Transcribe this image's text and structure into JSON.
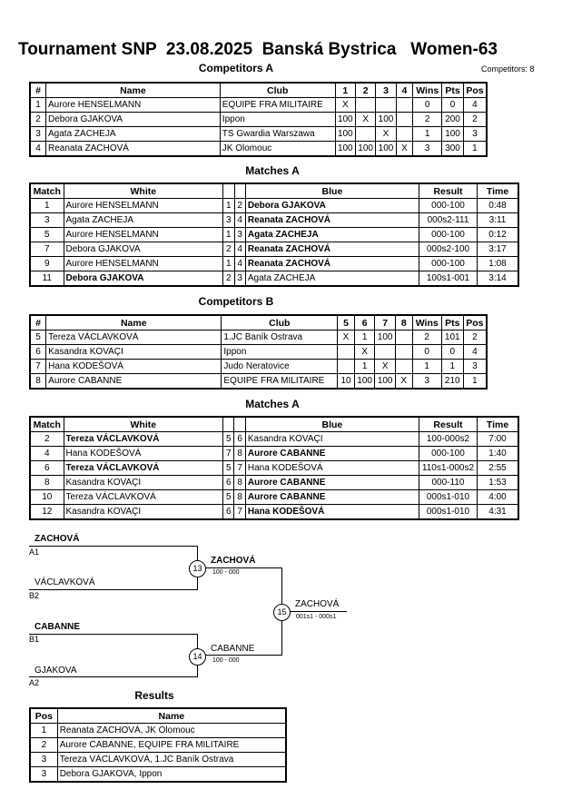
{
  "title": "Tournament SNP  23.08.2025  Banská Bystrica   Women-63",
  "competitors_a": {
    "heading": "Competitors A",
    "count_label": "Competitors: 8",
    "headers": [
      "#",
      "Name",
      "Club",
      "1",
      "2",
      "3",
      "4",
      "Wins",
      "Pts",
      "Pos"
    ],
    "rows": [
      [
        "1",
        "Aurore HENSELMANN",
        "EQUIPE FRA MILITAIRE",
        "X",
        "",
        "",
        "",
        "0",
        "0",
        "4"
      ],
      [
        "2",
        "Debora GJAKOVA",
        "Ippon",
        "100",
        "X",
        "100",
        "",
        "2",
        "200",
        "2"
      ],
      [
        "3",
        "Agata ZACHEJA",
        "TS Gwardia Warszawa",
        "100",
        "",
        "X",
        "",
        "1",
        "100",
        "3"
      ],
      [
        "4",
        "Reanata ZACHOVÁ",
        "JK Olomouc",
        "100",
        "100",
        "100",
        "X",
        "3",
        "300",
        "1"
      ]
    ]
  },
  "matches_a": {
    "heading": "Matches A",
    "headers": [
      "Match",
      "White",
      "",
      "",
      "Blue",
      "Result",
      "Time"
    ],
    "rows": [
      {
        "match": "1",
        "white": "Aurore HENSELMANN",
        "wb": false,
        "wn": "1",
        "bn": "2",
        "blue": "Debora GJAKOVA",
        "bb": true,
        "result": "000-100",
        "time": "0:48"
      },
      {
        "match": "3",
        "white": "Agata ZACHEJA",
        "wb": false,
        "wn": "3",
        "bn": "4",
        "blue": "Reanata ZACHOVÁ",
        "bb": true,
        "result": "000s2-111",
        "time": "3:11"
      },
      {
        "match": "5",
        "white": "Aurore HENSELMANN",
        "wb": false,
        "wn": "1",
        "bn": "3",
        "blue": "Agata ZACHEJA",
        "bb": true,
        "result": "000-100",
        "time": "0:12"
      },
      {
        "match": "7",
        "white": "Debora GJAKOVA",
        "wb": false,
        "wn": "2",
        "bn": "4",
        "blue": "Reanata ZACHOVÁ",
        "bb": true,
        "result": "000s2-100",
        "time": "3:17"
      },
      {
        "match": "9",
        "white": "Aurore HENSELMANN",
        "wb": false,
        "wn": "1",
        "bn": "4",
        "blue": "Reanata ZACHOVÁ",
        "bb": true,
        "result": "000-100",
        "time": "1:08"
      },
      {
        "match": "11",
        "white": "Debora GJAKOVA",
        "wb": true,
        "wn": "2",
        "bn": "3",
        "blue": "Agata ZACHEJA",
        "bb": false,
        "result": "100s1-001",
        "time": "3:14"
      }
    ]
  },
  "competitors_b": {
    "heading": "Competitors B",
    "headers": [
      "#",
      "Name",
      "Club",
      "5",
      "6",
      "7",
      "8",
      "Wins",
      "Pts",
      "Pos"
    ],
    "rows": [
      [
        "5",
        "Tereza VÁCLAVKOVÁ",
        "1.JC Baník Ostrava",
        "X",
        "1",
        "100",
        "",
        "2",
        "101",
        "2"
      ],
      [
        "6",
        "Kasandra KOVAÇI",
        "Ippon",
        "",
        "X",
        "",
        "",
        "0",
        "0",
        "4"
      ],
      [
        "7",
        "Hana KODEŠOVÁ",
        "Judo Neratovice",
        "",
        "1",
        "X",
        "",
        "1",
        "1",
        "3"
      ],
      [
        "8",
        "Aurore CABANNE",
        "EQUIPE FRA MILITAIRE",
        "10",
        "100",
        "100",
        "X",
        "3",
        "210",
        "1"
      ]
    ]
  },
  "matches_b": {
    "heading": "Matches A",
    "headers": [
      "Match",
      "White",
      "",
      "",
      "Blue",
      "Result",
      "Time"
    ],
    "rows": [
      {
        "match": "2",
        "white": "Tereza VÁCLAVKOVÁ",
        "wb": true,
        "wn": "5",
        "bn": "6",
        "blue": "Kasandra KOVAÇI",
        "bb": false,
        "result": "100-000s2",
        "time": "7:00"
      },
      {
        "match": "4",
        "white": "Hana KODEŠOVÁ",
        "wb": false,
        "wn": "7",
        "bn": "8",
        "blue": "Aurore CABANNE",
        "bb": true,
        "result": "000-100",
        "time": "1:40"
      },
      {
        "match": "6",
        "white": "Tereza VÁCLAVKOVÁ",
        "wb": true,
        "wn": "5",
        "bn": "7",
        "blue": "Hana KODEŠOVÁ",
        "bb": false,
        "result": "110s1-000s2",
        "time": "2:55"
      },
      {
        "match": "8",
        "white": "Kasandra KOVAÇI",
        "wb": false,
        "wn": "6",
        "bn": "8",
        "blue": "Aurore CABANNE",
        "bb": true,
        "result": "000-110",
        "time": "1:53"
      },
      {
        "match": "10",
        "white": "Tereza VÁCLAVKOVÁ",
        "wb": false,
        "wn": "5",
        "bn": "8",
        "blue": "Aurore CABANNE",
        "bb": true,
        "result": "000s1-010",
        "time": "4:00"
      },
      {
        "match": "12",
        "white": "Kasandra KOVAÇI",
        "wb": false,
        "wn": "6",
        "bn": "7",
        "blue": "Hana KODEŠOVÁ",
        "bb": true,
        "result": "000s1-010",
        "time": "4:31"
      }
    ]
  },
  "bracket": {
    "sf1_top": "ZACHOVÁ",
    "sf1_top_seed": "A1",
    "sf1_bottom": "VÁCLAVKOVÁ",
    "sf1_bottom_seed": "B2",
    "sf1_num": "13",
    "sf1_winner": "ZACHOVÁ",
    "sf1_score": "100 - 000",
    "sf2_top": "CABANNE",
    "sf2_top_seed": "B1",
    "sf2_bottom": "GJAKOVA",
    "sf2_bottom_seed": "A2",
    "sf2_num": "14",
    "sf2_winner": "CABANNE",
    "sf2_score": "100 - 000",
    "final_num": "15",
    "final_winner": "ZACHOVÁ",
    "final_score": "001s1 - 000s1"
  },
  "results": {
    "heading": "Results",
    "headers": [
      "Pos",
      "Name"
    ],
    "rows": [
      [
        "1",
        "Reanata ZACHOVÁ, JK Olomouc"
      ],
      [
        "2",
        "Aurore CABANNE, EQUIPE FRA MILITAIRE"
      ],
      [
        "3",
        "Tereza VÁCLAVKOVÁ, 1.JC Baník Ostrava"
      ],
      [
        "3",
        "Debora GJAKOVA, Ippon"
      ]
    ]
  }
}
